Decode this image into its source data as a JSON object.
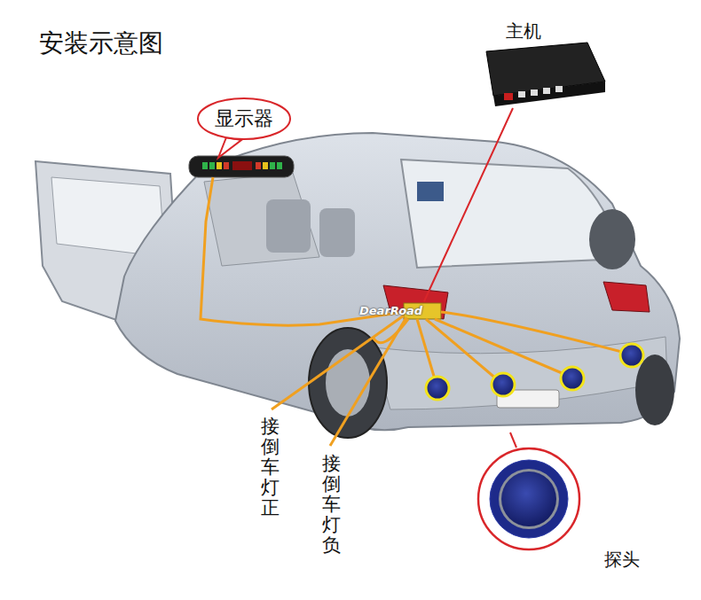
{
  "diagram": {
    "title": "安装示意图",
    "nodes": [
      {
        "text": [
          "显示器"
        ]
      }
    ],
    "labels": [
      "主机",
      "DearRoad",
      "接倒车灯正",
      "接倒车灯负",
      "探头"
    ]
  }
}
